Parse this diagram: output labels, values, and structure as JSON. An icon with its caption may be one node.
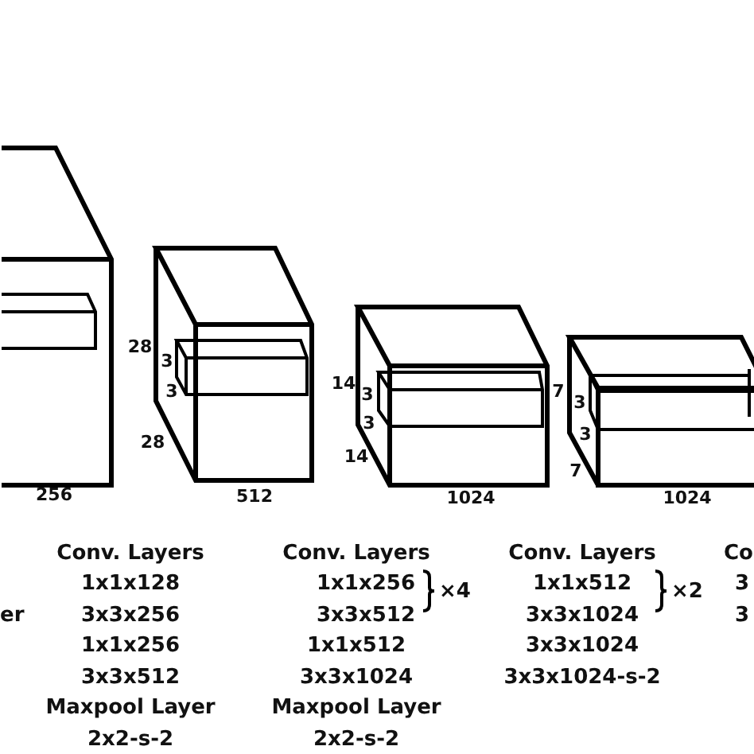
{
  "diagram": {
    "labels": [
      "256",
      "28",
      "3",
      "3",
      "28",
      "512",
      "14",
      "3",
      "3",
      "14",
      "1024",
      "7",
      "3",
      "3",
      "7",
      "1024",
      "er",
      "Conv. Layers",
      "1x1x128",
      "3x3x256",
      "1x1x256",
      "3x3x512",
      "Maxpool Layer",
      "2x2-s-2",
      "Conv. Layers",
      "1x1x256",
      "3x3x512",
      "×4",
      "1x1x512",
      "3x3x1024",
      "Maxpool Layer",
      "2x2-s-2",
      "Conv. Layers",
      "1x1x512",
      "3x3x1024",
      "×2",
      "3x3x1024",
      "3x3x1024-s-2",
      "Co",
      "3",
      "3"
    ]
  }
}
